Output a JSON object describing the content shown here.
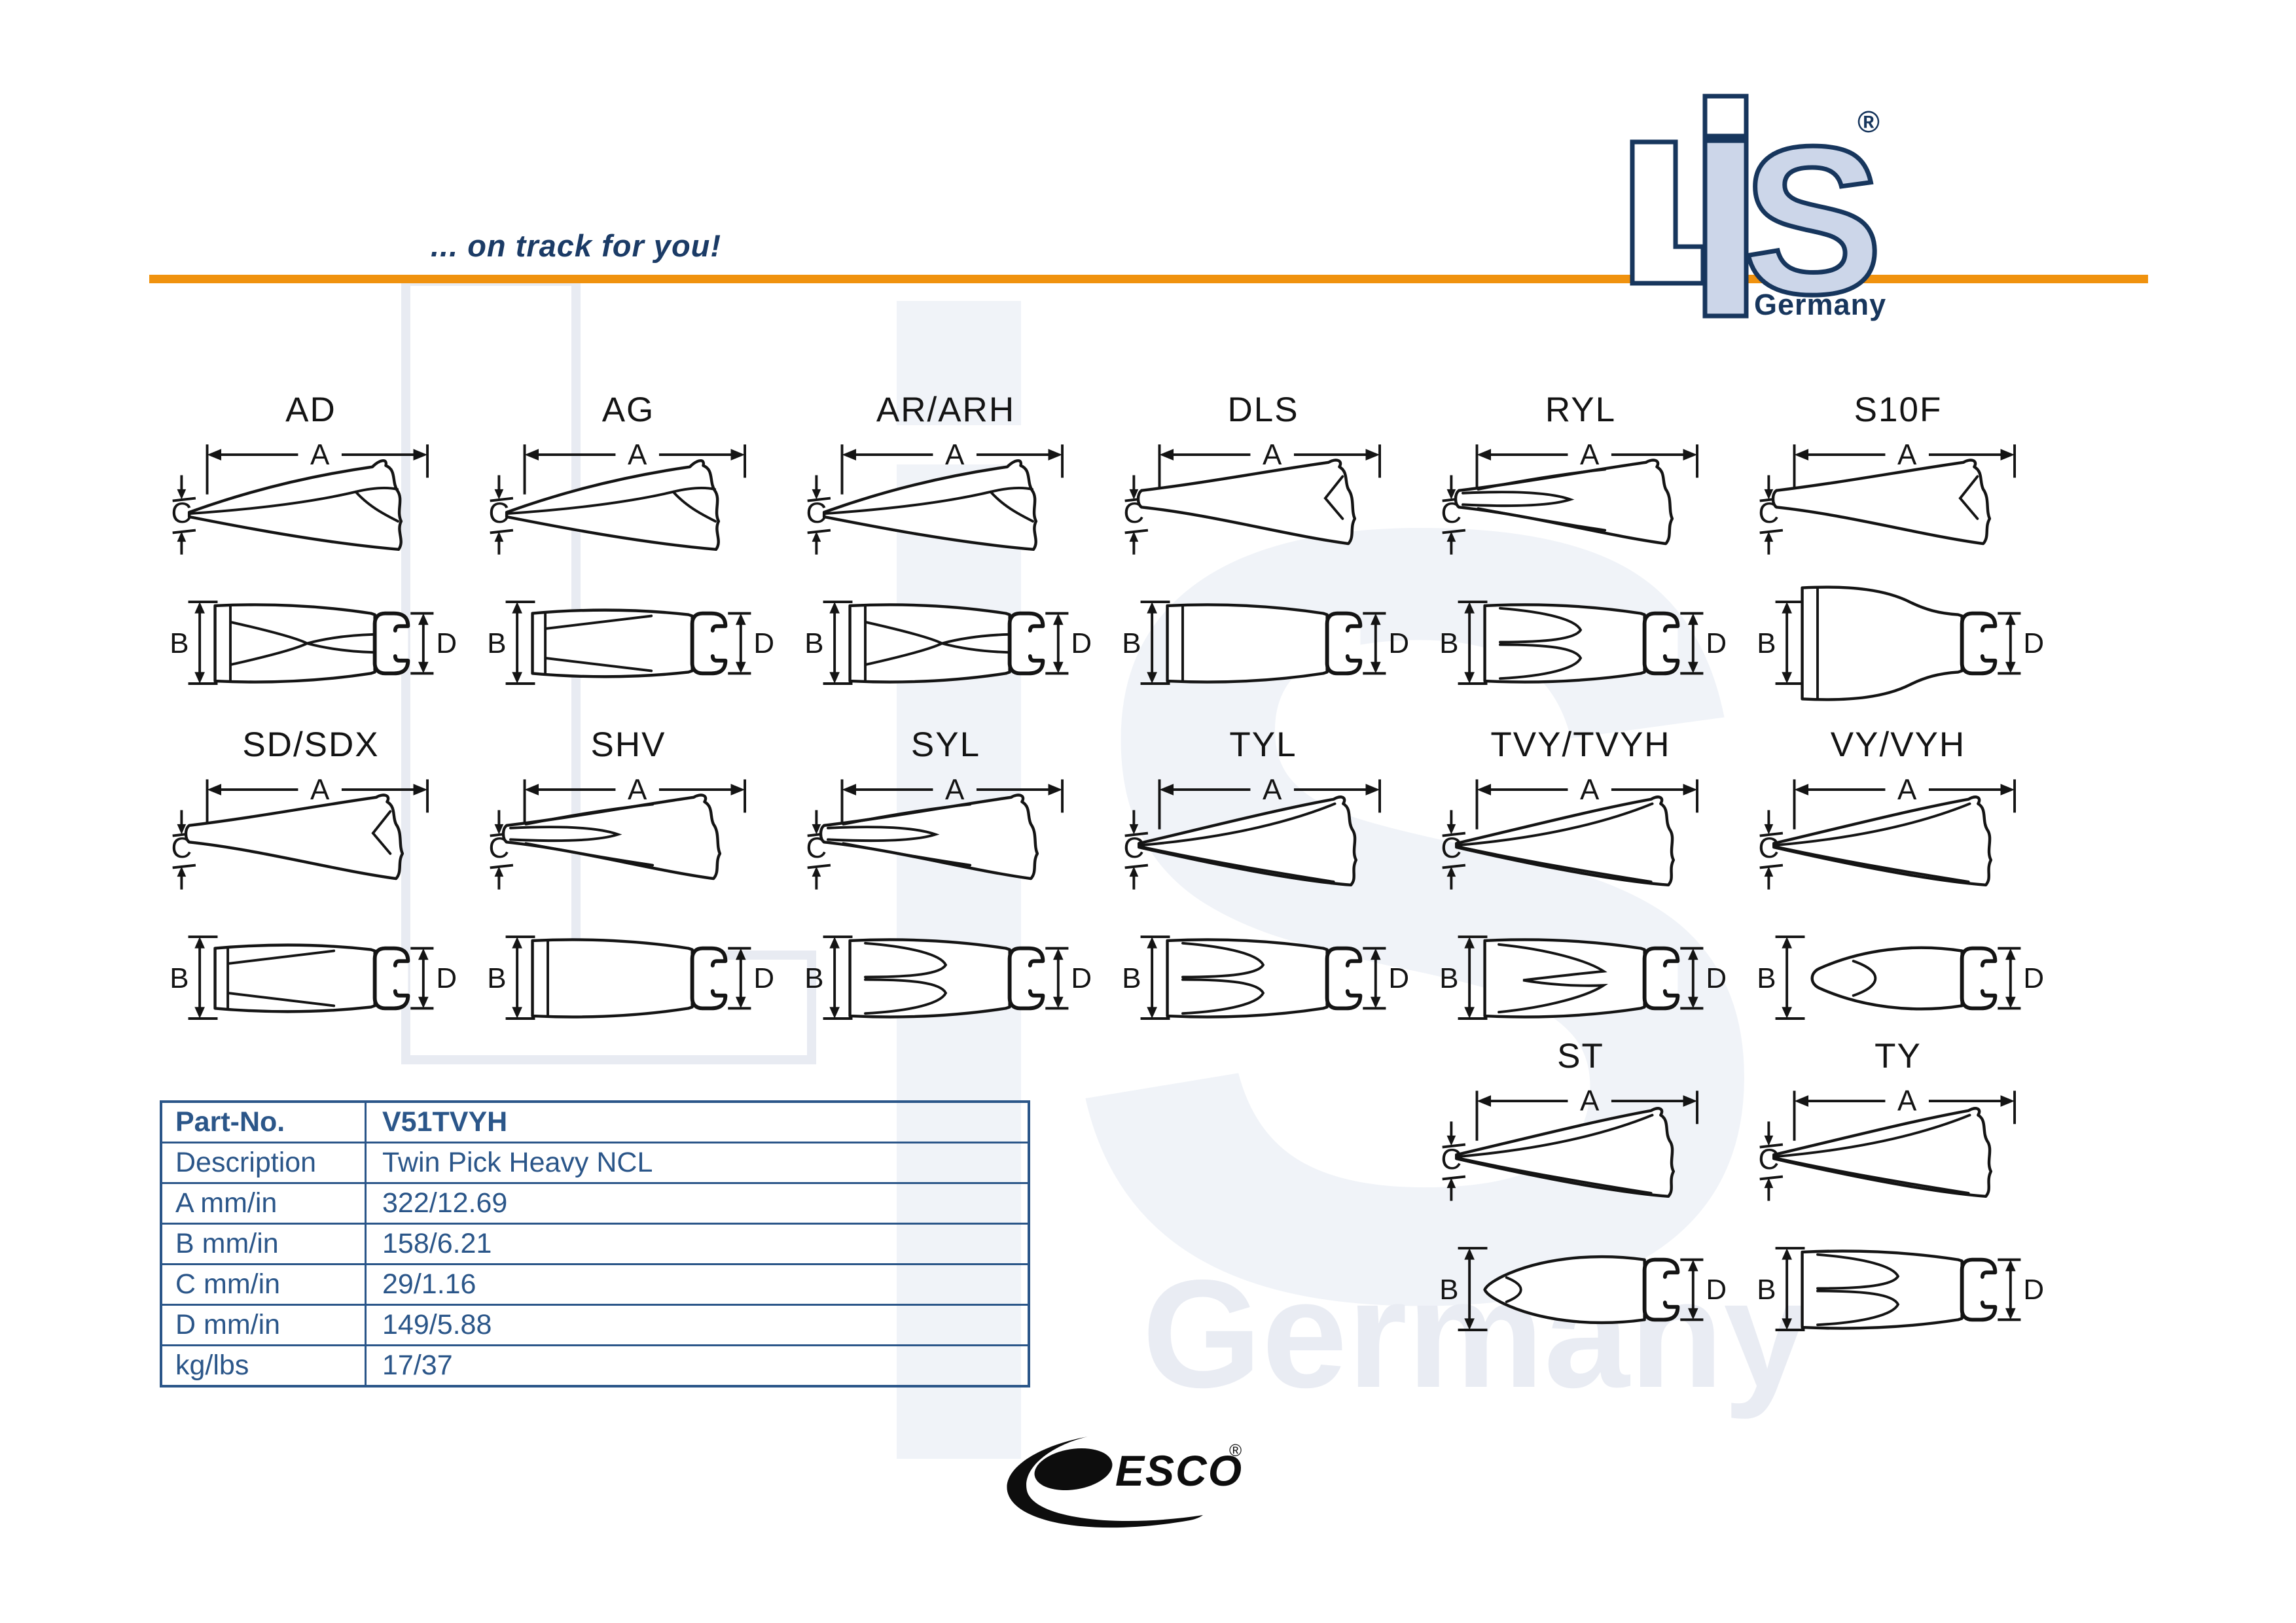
{
  "header": {
    "tagline": "... on track for you!",
    "logo": {
      "s": "S",
      "registered": "®",
      "country": "Germany"
    }
  },
  "colors": {
    "navy": "#17365d",
    "tagline_navy": "#1b3b66",
    "table_ink": "#2b5689",
    "orange": "#f0920e",
    "logo_light_blue": "#ccd6e9",
    "drawing_ink": "#141414",
    "watermark_fill": "#f0f3f8"
  },
  "diagrams": {
    "dim_a": "A",
    "dim_b": "B",
    "dim_c": "C",
    "dim_d": "D",
    "items": [
      {
        "label": "AD",
        "row": 1,
        "col": 1,
        "side": "wedge",
        "plan": "web"
      },
      {
        "label": "AG",
        "row": 1,
        "col": 2,
        "side": "wedge",
        "plan": "taper"
      },
      {
        "label": "AR/ARH",
        "row": 1,
        "col": 3,
        "side": "wedge",
        "plan": "web"
      },
      {
        "label": "DLS",
        "row": 1,
        "col": 4,
        "side": "fan",
        "plan": "plain"
      },
      {
        "label": "RYL",
        "row": 1,
        "col": 5,
        "side": "twin",
        "plan": "twin"
      },
      {
        "label": "S10F",
        "row": 1,
        "col": 6,
        "side": "fan",
        "plan": "flare"
      },
      {
        "label": "SD/SDX",
        "row": 2,
        "col": 1,
        "side": "fan",
        "plan": "taper"
      },
      {
        "label": "SHV",
        "row": 2,
        "col": 2,
        "side": "twin",
        "plan": "plain"
      },
      {
        "label": "SYL",
        "row": 2,
        "col": 3,
        "side": "twin",
        "plan": "twin"
      },
      {
        "label": "TYL",
        "row": 2,
        "col": 4,
        "side": "sharp",
        "plan": "twin"
      },
      {
        "label": "TVY/TVYH",
        "row": 2,
        "col": 5,
        "side": "sharp",
        "plan": "fork"
      },
      {
        "label": "VY/VYH",
        "row": 2,
        "col": 6,
        "side": "sharp",
        "plan": "vee"
      },
      {
        "label": "ST",
        "row": 3,
        "col": 5,
        "side": "sharp",
        "plan": "point"
      },
      {
        "label": "TY",
        "row": 3,
        "col": 6,
        "side": "sharp",
        "plan": "twin"
      }
    ]
  },
  "table": {
    "rows": [
      {
        "label": "Part-No.",
        "value": "V51TVYH",
        "bold": true
      },
      {
        "label": "Description",
        "value": "Twin Pick Heavy NCL",
        "bold": false
      },
      {
        "label": "A mm/in",
        "value": "322/12.69",
        "bold": false
      },
      {
        "label": "B mm/in",
        "value": "158/6.21",
        "bold": false
      },
      {
        "label": "C mm/in",
        "value": "29/1.16",
        "bold": false
      },
      {
        "label": "D mm/in",
        "value": "149/5.88",
        "bold": false
      },
      {
        "label": "kg/lbs",
        "value": "17/37",
        "bold": false
      }
    ]
  },
  "footer": {
    "brand": "ESCO",
    "registered": "®"
  },
  "watermark": {
    "s": "S",
    "germany": "Germany"
  }
}
